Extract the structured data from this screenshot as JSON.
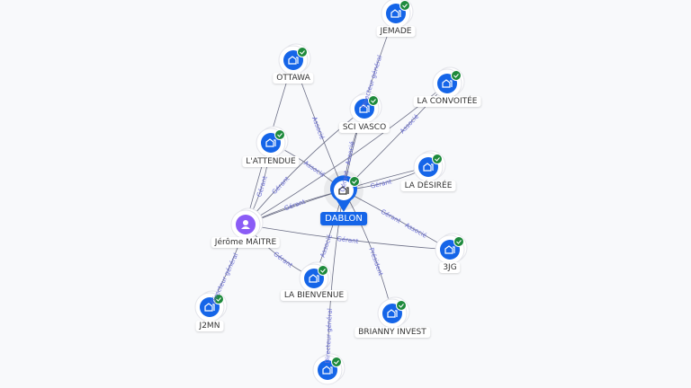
{
  "colors": {
    "company": "#1565e8",
    "person": "#8b5cf6",
    "verified": "#1e8a3c",
    "edge": "#6c6f86",
    "edge_label": "#6b6fd6"
  },
  "center": {
    "id": "dablon",
    "label": "DABLON",
    "icon": "building-icon"
  },
  "nodes": [
    {
      "id": "jemade",
      "label": "JEMADE",
      "type": "company"
    },
    {
      "id": "ottawa",
      "label": "OTTAWA",
      "type": "company"
    },
    {
      "id": "convoitee",
      "label": "LA CONVOITÉE",
      "type": "company"
    },
    {
      "id": "scivasco",
      "label": "SCI VASCO",
      "type": "company"
    },
    {
      "id": "attendue",
      "label": "L'ATTENDUE",
      "type": "company"
    },
    {
      "id": "desiree",
      "label": "LA DÉSIRÉE",
      "type": "company"
    },
    {
      "id": "jerome",
      "label": "Jérôme MAITRE",
      "type": "person"
    },
    {
      "id": "3jg",
      "label": "3JG",
      "type": "company"
    },
    {
      "id": "bienvenue",
      "label": "LA BIENVENUE",
      "type": "company"
    },
    {
      "id": "brianny",
      "label": "BRIANNY INVEST",
      "type": "company"
    },
    {
      "id": "j2mn",
      "label": "J2MN",
      "type": "company"
    },
    {
      "id": "bottom",
      "label": "",
      "type": "company"
    }
  ],
  "edges": [
    {
      "from": "dablon",
      "to": "jemade",
      "label": "Directeur général"
    },
    {
      "from": "dablon",
      "to": "ottawa",
      "label": "Associé"
    },
    {
      "from": "dablon",
      "to": "convoitee",
      "label": "Associé"
    },
    {
      "from": "dablon",
      "to": "scivasco",
      "label": "Gérant · Associé"
    },
    {
      "from": "dablon",
      "to": "attendue",
      "label": "Associé"
    },
    {
      "from": "dablon",
      "to": "desiree",
      "label": "Gérant"
    },
    {
      "from": "dablon",
      "to": "3jg",
      "label": "Gérant · Associé"
    },
    {
      "from": "dablon",
      "to": "bienvenue",
      "label": "Associé"
    },
    {
      "from": "dablon",
      "to": "brianny",
      "label": "Président"
    },
    {
      "from": "dablon",
      "to": "bottom",
      "label": "Directeur général"
    },
    {
      "from": "jerome",
      "to": "dablon",
      "label": "Gérant"
    },
    {
      "from": "jerome",
      "to": "attendue",
      "label": "Gérant"
    },
    {
      "from": "jerome",
      "to": "scivasco",
      "label": "Gérant"
    },
    {
      "from": "jerome",
      "to": "3jg",
      "label": "Gérant"
    },
    {
      "from": "jerome",
      "to": "j2mn",
      "label": "Directeur général"
    },
    {
      "from": "jerome",
      "to": "bienvenue",
      "label": "Gérant"
    },
    {
      "from": "jerome",
      "to": "ottawa",
      "label": ""
    },
    {
      "from": "jerome",
      "to": "convoitee",
      "label": ""
    },
    {
      "from": "jerome",
      "to": "desiree",
      "label": ""
    }
  ]
}
